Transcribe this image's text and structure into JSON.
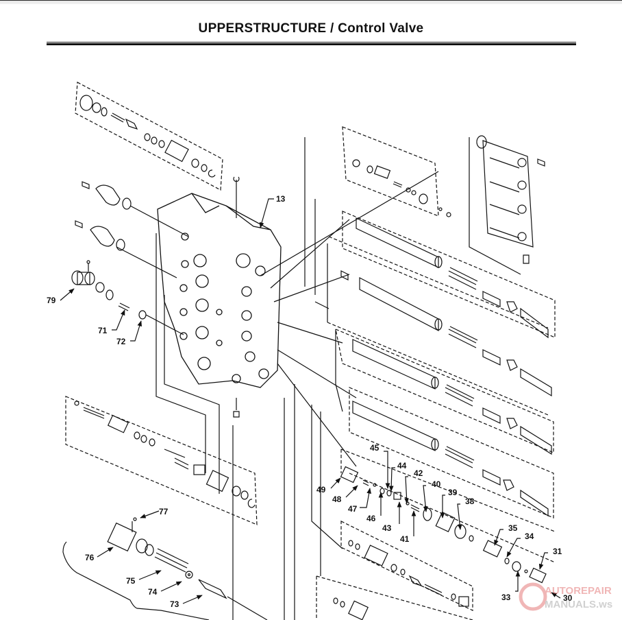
{
  "page": {
    "title": "UPPERSTRUCTURE / Control Valve"
  },
  "diagram": {
    "type": "exploded-parts-diagram",
    "main_body_label": "13",
    "part_labels": [
      {
        "id": "13"
      },
      {
        "id": "79"
      },
      {
        "id": "71"
      },
      {
        "id": "72"
      },
      {
        "id": "77"
      },
      {
        "id": "76"
      },
      {
        "id": "75"
      },
      {
        "id": "74"
      },
      {
        "id": "73"
      },
      {
        "id": "45"
      },
      {
        "id": "44"
      },
      {
        "id": "42"
      },
      {
        "id": "40"
      },
      {
        "id": "39"
      },
      {
        "id": "38"
      },
      {
        "id": "49"
      },
      {
        "id": "48"
      },
      {
        "id": "47"
      },
      {
        "id": "46"
      },
      {
        "id": "43"
      },
      {
        "id": "41"
      },
      {
        "id": "35"
      },
      {
        "id": "34"
      },
      {
        "id": "31"
      },
      {
        "id": "33"
      },
      {
        "id": "30"
      }
    ]
  },
  "watermark": {
    "line1": "AUTOREPAIR",
    "line2": "MANUALS.ws",
    "color": "#e06060"
  }
}
